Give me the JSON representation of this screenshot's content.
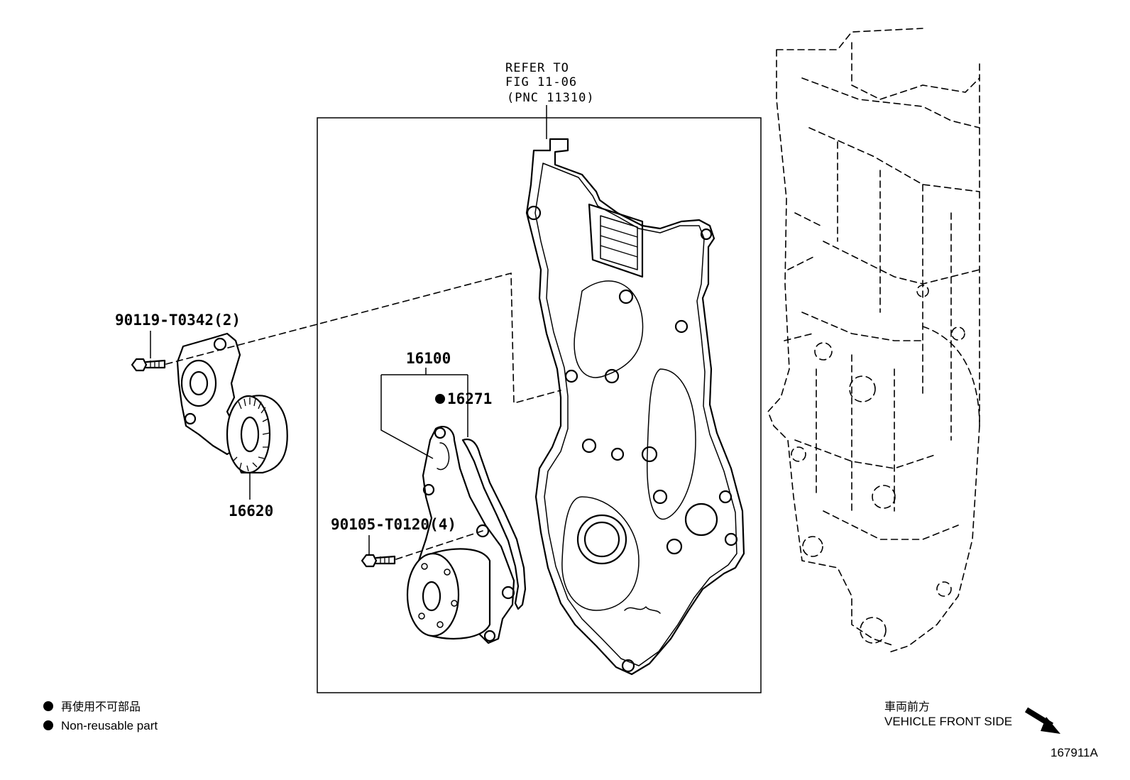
{
  "refer": {
    "line1": "REFER TO",
    "line2": "FIG 11-06",
    "line3": "(PNC 11310)"
  },
  "parts": {
    "tensioner_bolt": "90119-T0342(2)",
    "tensioner": "16620",
    "water_pump_assy": "16100",
    "gasket": "16271",
    "pump_bolt": "90105-T0120(4)"
  },
  "legend": {
    "jp": "再使用不可部品",
    "en": "Non-reusable part"
  },
  "direction": {
    "jp": "車両前方",
    "en": "VEHICLE FRONT SIDE"
  },
  "figure_id": "167911A"
}
